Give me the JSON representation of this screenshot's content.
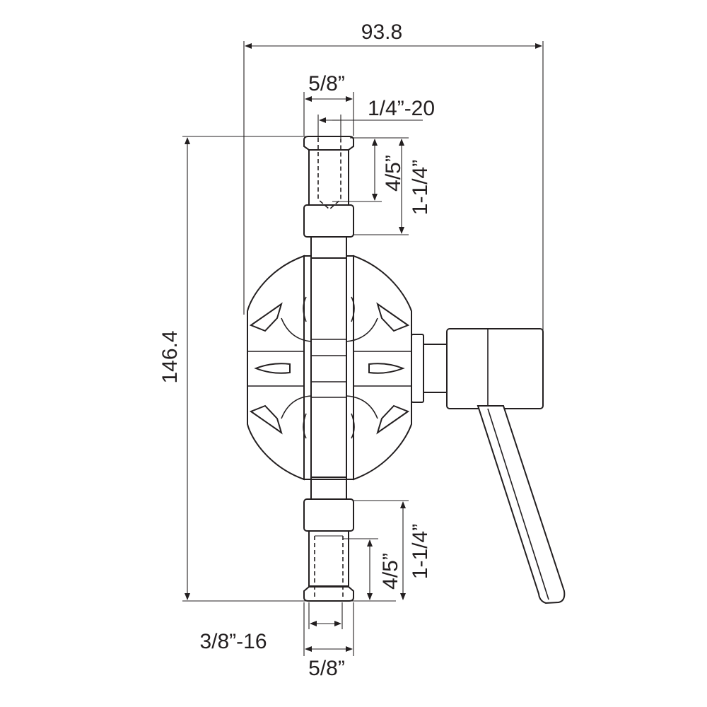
{
  "dimensions": {
    "overall_width": "93.8",
    "overall_height": "146.4",
    "top_stud_diameter": "5/8”",
    "top_thread": "1/4”-20",
    "top_thread_depth": "4/5”",
    "top_stud_length": "1-1/4”",
    "bottom_thread_depth": "4/5”",
    "bottom_stud_length": "1-1/4”",
    "bottom_thread": "3/8”-16",
    "bottom_stud_diameter": "5/8”"
  },
  "colors": {
    "line": "#231f20",
    "background": "#ffffff"
  }
}
